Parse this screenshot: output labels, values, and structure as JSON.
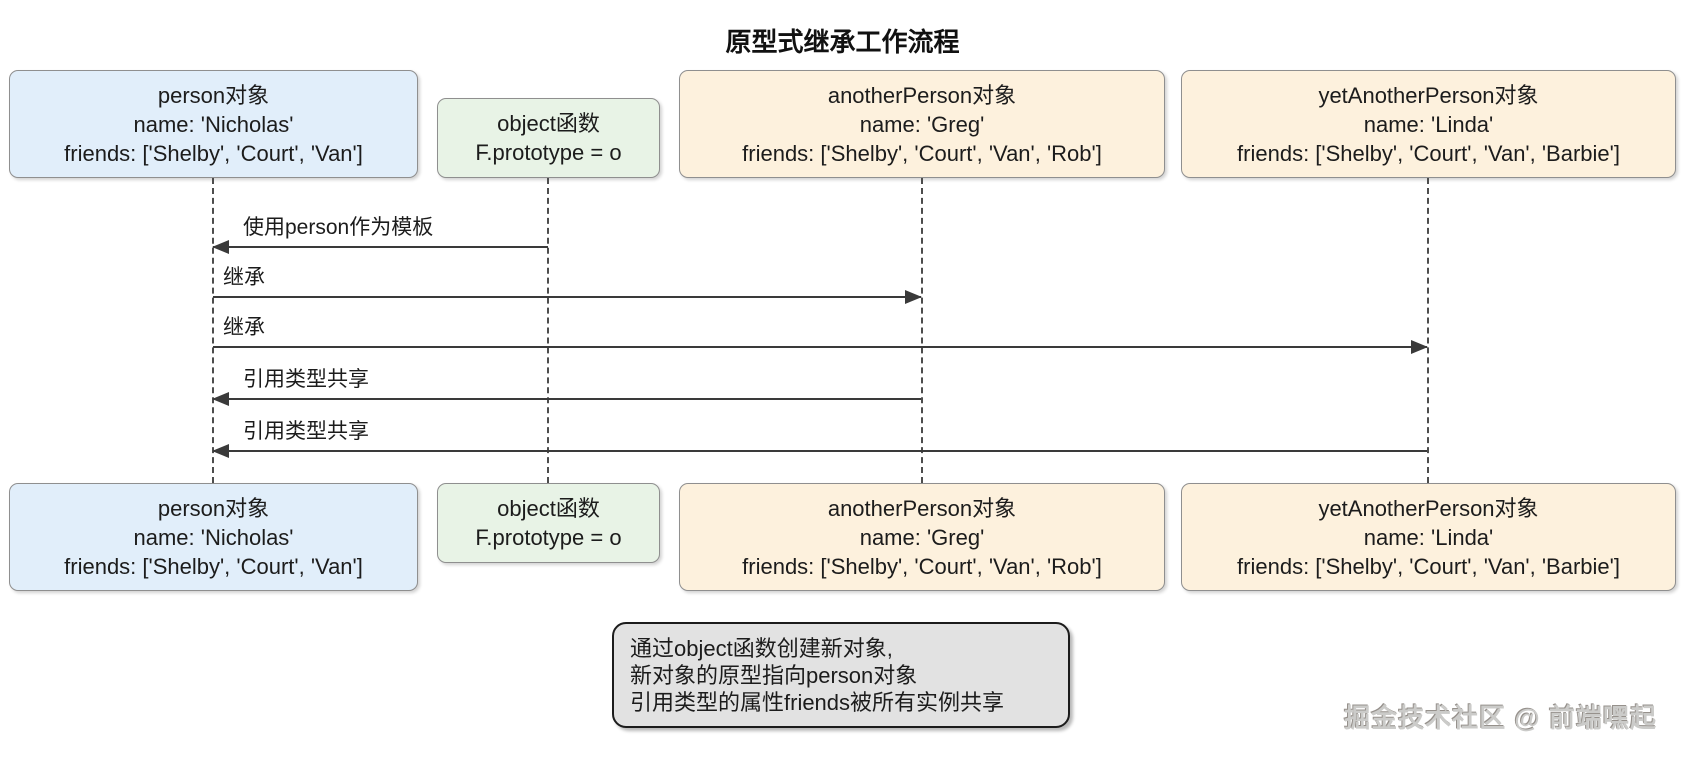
{
  "title": "原型式继承工作流程",
  "diagram_type": "sequence-diagram",
  "participants": [
    {
      "id": "person",
      "lines": [
        "person对象",
        "name: 'Nicholas'",
        "friends: ['Shelby', 'Court', 'Van']"
      ],
      "fill": "#e1eefa"
    },
    {
      "id": "object",
      "lines": [
        "object函数",
        "F.prototype = o"
      ],
      "fill": "#e8f3e6"
    },
    {
      "id": "anotherPerson",
      "lines": [
        "anotherPerson对象",
        "name: 'Greg'",
        "friends: ['Shelby', 'Court', 'Van', 'Rob']"
      ],
      "fill": "#fdf1dd"
    },
    {
      "id": "yetAnotherPerson",
      "lines": [
        "yetAnotherPerson对象",
        "name: 'Linda'",
        "friends: ['Shelby', 'Court', 'Van', 'Barbie']"
      ],
      "fill": "#fdf1dd"
    }
  ],
  "messages": [
    {
      "label": "使用person作为模板",
      "from": "object",
      "to": "person",
      "direction": "left"
    },
    {
      "label": "继承",
      "from": "person",
      "to": "anotherPerson",
      "direction": "right"
    },
    {
      "label": "继承",
      "from": "person",
      "to": "yetAnotherPerson",
      "direction": "right"
    },
    {
      "label": "引用类型共享",
      "from": "anotherPerson",
      "to": "person",
      "direction": "left"
    },
    {
      "label": "引用类型共享",
      "from": "yetAnotherPerson",
      "to": "person",
      "direction": "left"
    }
  ],
  "note": {
    "lines": [
      "通过object函数创建新对象,",
      "新对象的原型指向person对象",
      "引用类型的属性friends被所有实例共享"
    ],
    "fill": "#e2e2e2"
  },
  "watermark": "掘金技术社区 @ 前端嘿起",
  "colors": {
    "background": "#ffffff",
    "box_border": "#8f8f8f",
    "line": "#3a3a3a",
    "text": "#1c1c1c"
  }
}
